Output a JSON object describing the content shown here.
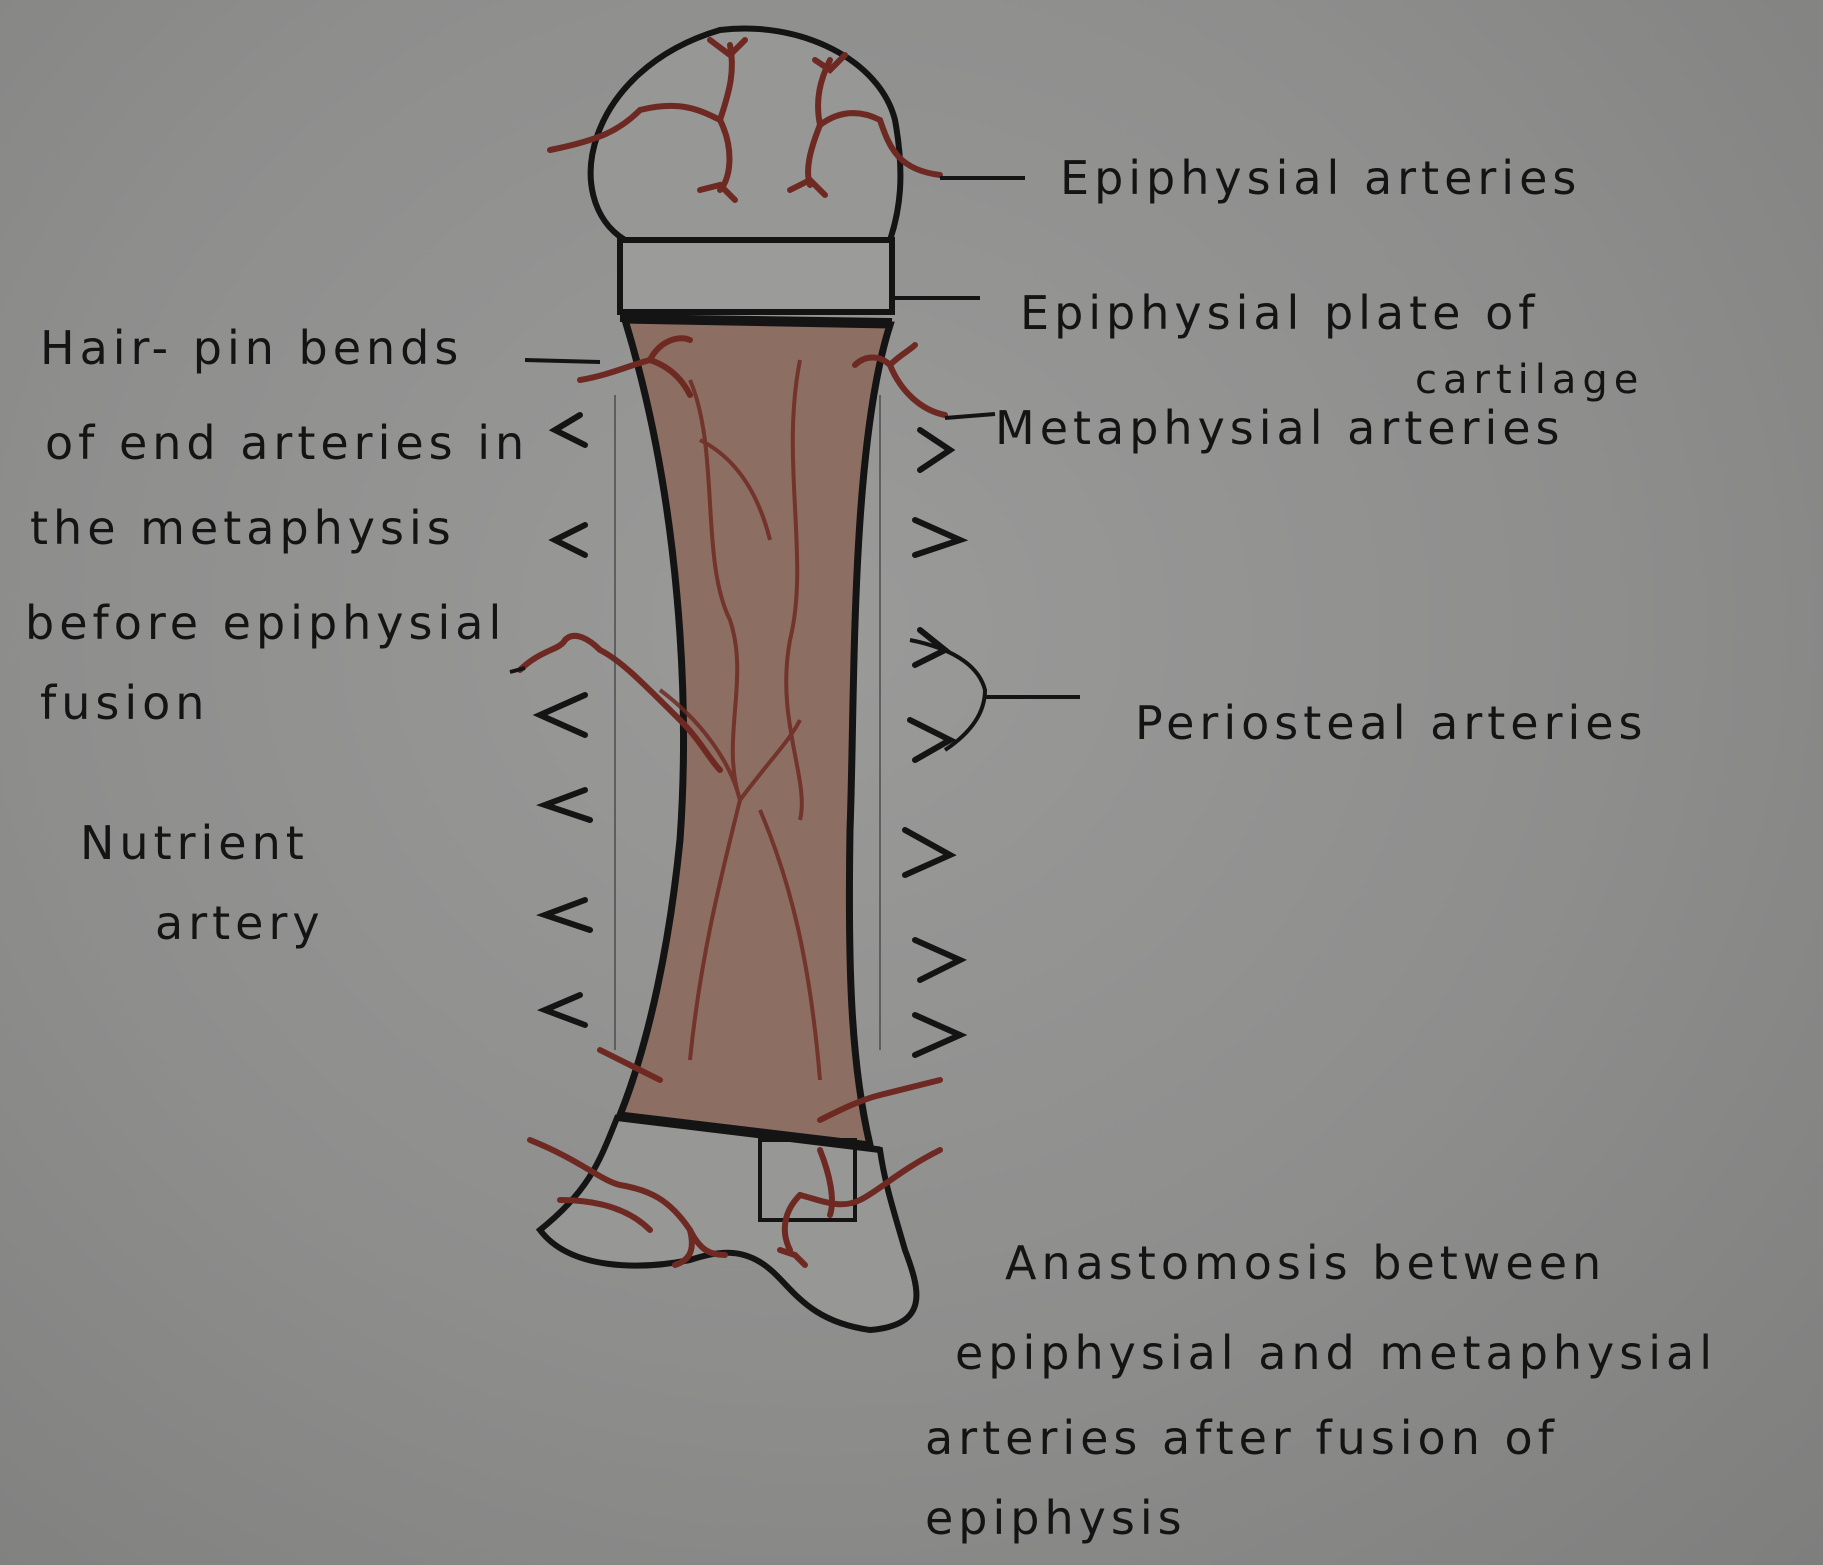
{
  "labels": {
    "epiphysial_arteries": "Epiphysial arteries",
    "epiphysial_plate_1": "Epiphysial plate of",
    "epiphysial_plate_2": "cartilage",
    "metaphysial_arteries": "Metaphysial arteries",
    "hairpin_1": "Hair- pin bends",
    "hairpin_2": "of end arteries in",
    "hairpin_3": "the metaphysis",
    "hairpin_4": "before epiphysial",
    "hairpin_5": "fusion",
    "nutrient_1": "Nutrient",
    "nutrient_2": "artery",
    "periosteal_arteries": "Periosteal arteries",
    "anastomosis_1": "Anastomosis between",
    "anastomosis_2": "epiphysial and metaphysial",
    "anastomosis_3": "arteries after fusion of",
    "anastomosis_4": "epiphysis"
  },
  "colors": {
    "background": "#8e8e8d",
    "ink": "#141414",
    "artery": "#6e2a22",
    "shaft_fill": "#8c6e62"
  }
}
